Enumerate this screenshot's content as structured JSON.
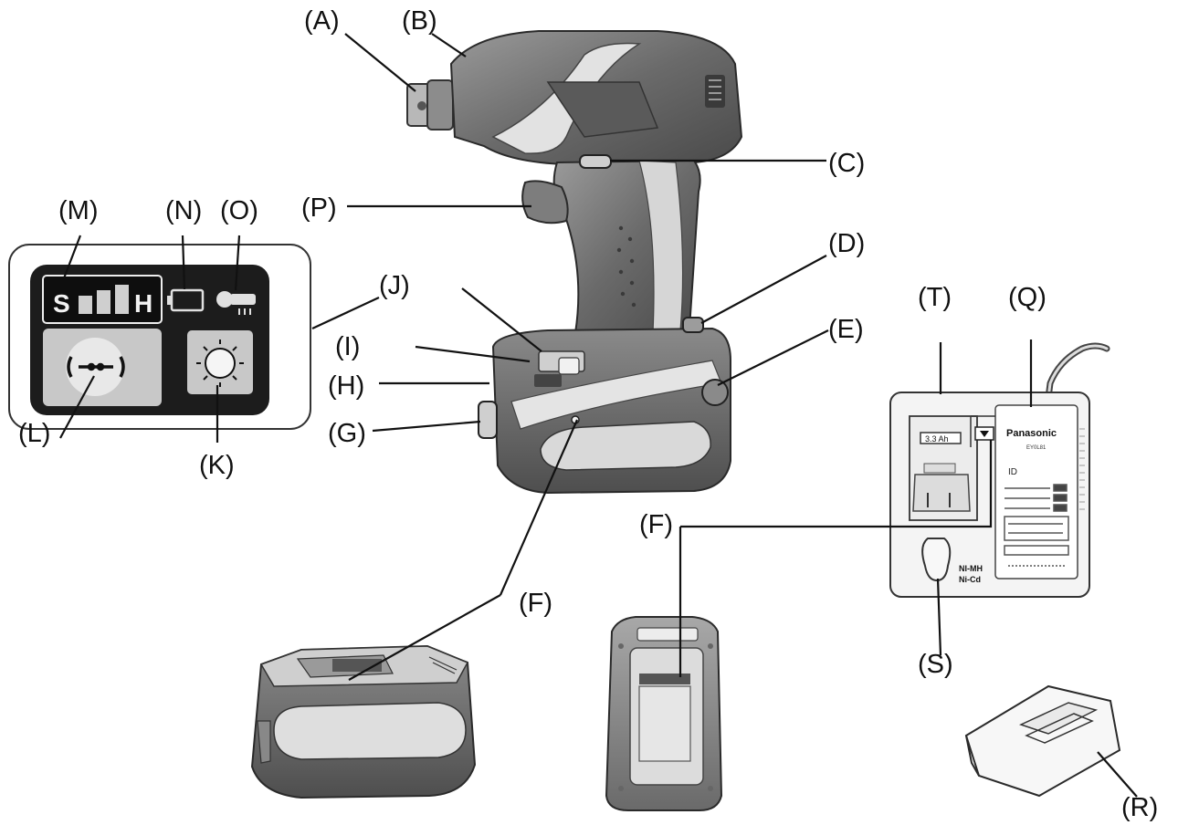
{
  "labels": {
    "A": "(A)",
    "B": "(B)",
    "C": "(C)",
    "D": "(D)",
    "E": "(E)",
    "F": "(F)",
    "G": "(G)",
    "H": "(H)",
    "I": "(I)",
    "J": "(J)",
    "K": "(K)",
    "L": "(L)",
    "M": "(M)",
    "N": "(N)",
    "O": "(O)",
    "P": "(P)",
    "Q": "(Q)",
    "R": "(R)",
    "S": "(S)",
    "T": "(T)"
  },
  "panel": {
    "soft": "S",
    "hard": "H"
  },
  "charger": {
    "brand": "Panasonic",
    "model": "EY0L81",
    "slot_types": "NI-MH\nNi-Cd",
    "slot_type_1": "NI-MH",
    "slot_type_2": "Ni-Cd",
    "id_mark": "ID"
  },
  "battery": {
    "rating": "3.3 Ah"
  },
  "colors": {
    "tool_body": "#6e6e6e",
    "tool_dark": "#3d3d3d",
    "tool_light": "#cfcfcf",
    "panel_dark": "#1c1c1c",
    "line": "#111111"
  }
}
